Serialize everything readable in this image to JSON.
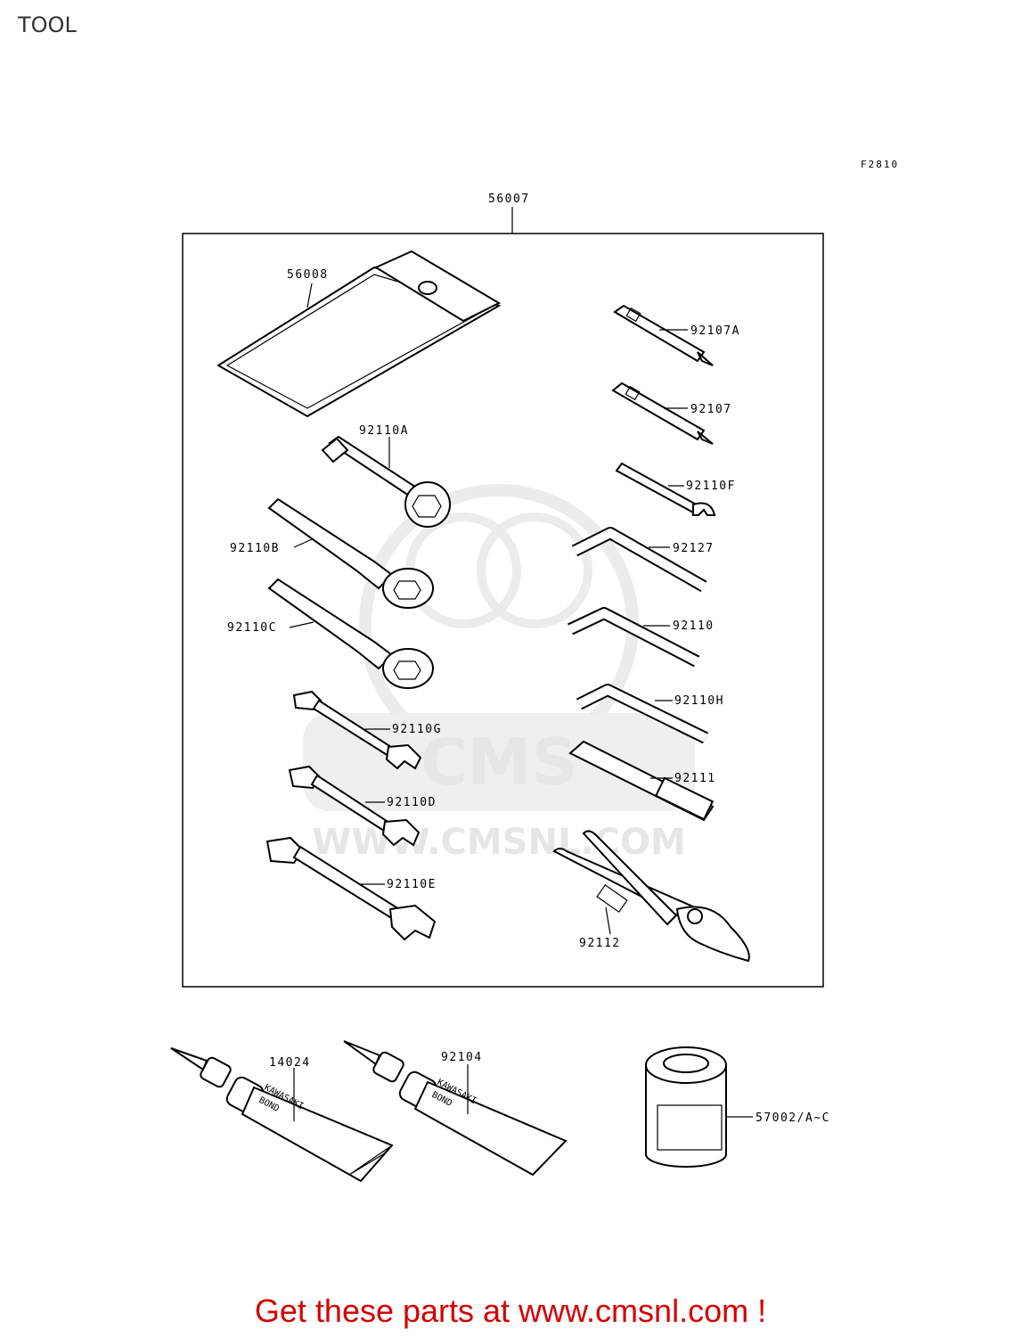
{
  "title": "TOOL",
  "figure_code": "F2810",
  "watermark": {
    "brand": "CMS",
    "url": "WWW.CMSNL.COM"
  },
  "parts": {
    "kit": "56007",
    "tool_bag": "56008",
    "screwdriver_a": "92107A",
    "screwdriver": "92107",
    "socket_wrench": "92110A",
    "wrench_f": "92110F",
    "hex_key_large": "92127",
    "ring_wrench_b": "92110B",
    "hex_key_medium": "92110",
    "ring_wrench_c": "92110C",
    "hex_key_small": "92110H",
    "open_wrench_g": "92110G",
    "handle": "92111",
    "open_wrench_d": "92110D",
    "open_wrench_e": "92110E",
    "pliers": "92112",
    "bond_tube_1": "14024",
    "bond_tube_2": "92104",
    "oil_filter": "57002/A~C"
  },
  "tube_print": {
    "line1": "KAWASAKI",
    "line2": "BOND"
  },
  "footer_text": "Get these parts at www.cmsnl.com !"
}
